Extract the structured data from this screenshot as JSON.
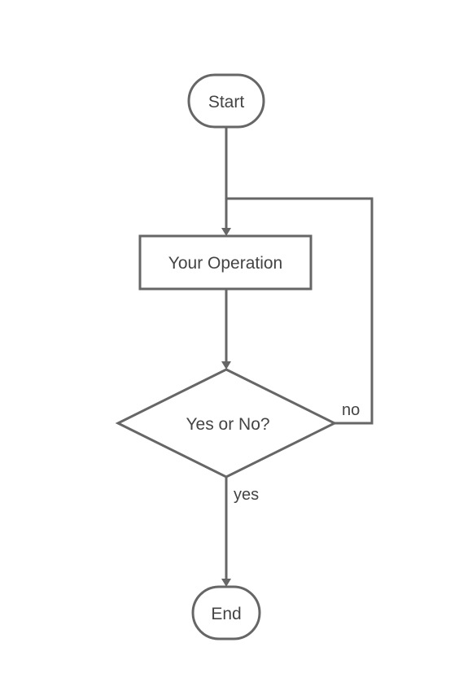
{
  "nodes": {
    "start": {
      "label": "Start",
      "shape": "terminator"
    },
    "operation": {
      "label": "Your Operation",
      "shape": "process"
    },
    "decision": {
      "label": "Yes or No?",
      "shape": "decision"
    },
    "end": {
      "label": "End",
      "shape": "terminator"
    }
  },
  "edges": [
    {
      "from": "start",
      "to": "operation",
      "label": ""
    },
    {
      "from": "operation",
      "to": "decision",
      "label": ""
    },
    {
      "from": "decision",
      "to": "operation",
      "label": "no"
    },
    {
      "from": "decision",
      "to": "end",
      "label": "yes"
    }
  ],
  "labels": {
    "no": "no",
    "yes": "yes"
  },
  "colors": {
    "stroke": "#666666",
    "text": "#444444",
    "background": "#ffffff"
  }
}
